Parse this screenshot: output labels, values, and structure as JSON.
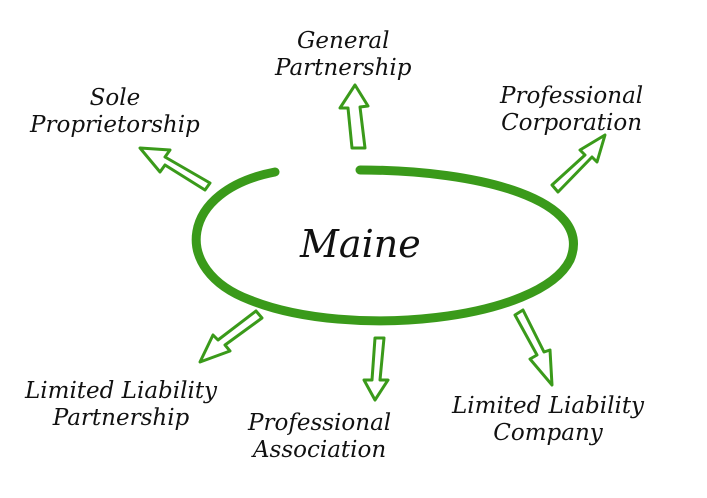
{
  "center": "Maine",
  "accent": "#3a9a1a",
  "labels": [
    {
      "line1": "General",
      "line2": "Partnership"
    },
    {
      "line1": "Sole",
      "line2": "Proprietorship"
    },
    {
      "line1": "Professional",
      "line2": "Corporation"
    },
    {
      "line1": "Limited Liability",
      "line2": "Partnership"
    },
    {
      "line1": "Professional",
      "line2": "Association"
    },
    {
      "line1": "Limited Liability",
      "line2": "Company"
    }
  ]
}
